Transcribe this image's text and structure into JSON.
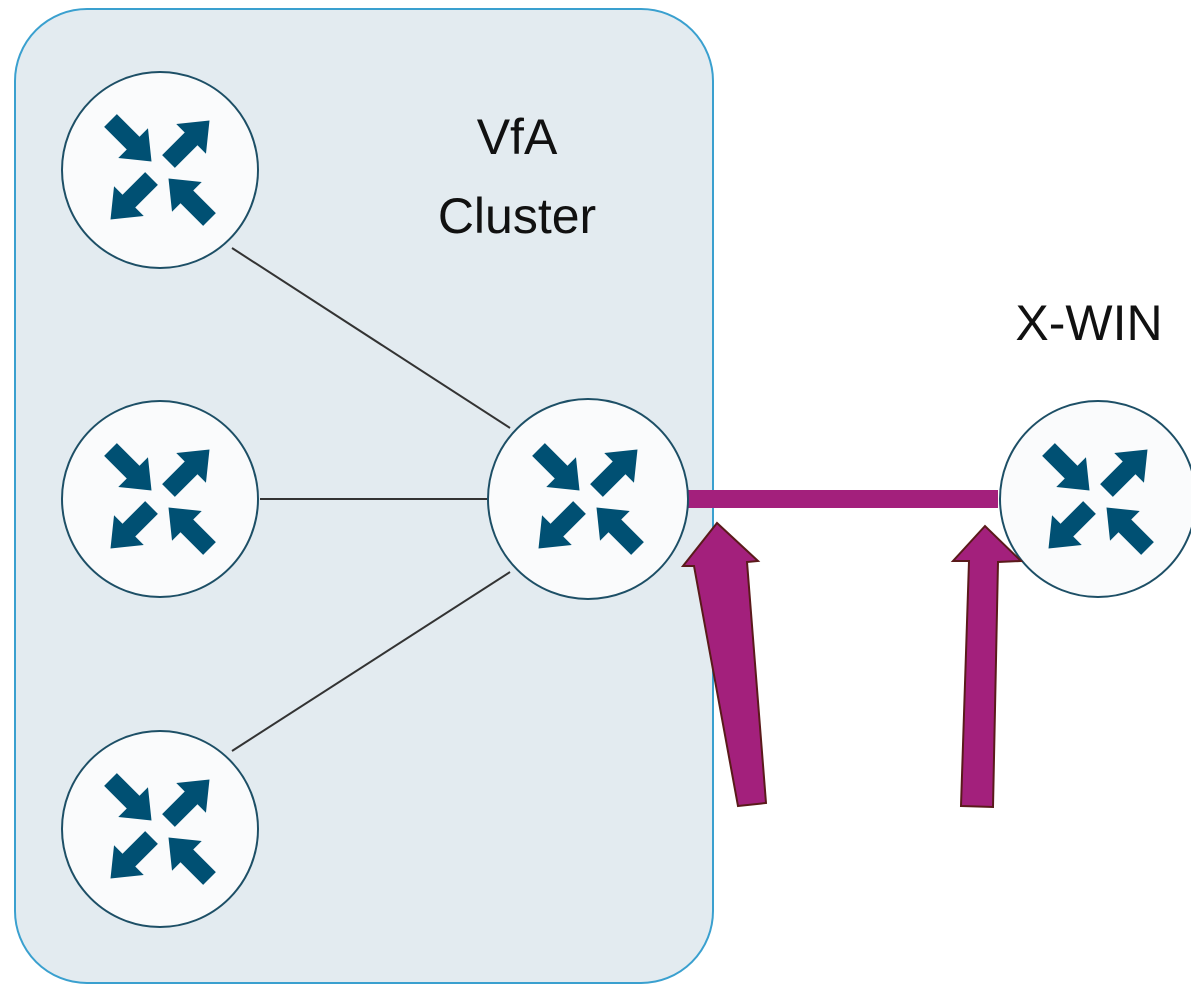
{
  "cluster": {
    "label_line1": "VfA",
    "label_line2": "Cluster"
  },
  "external": {
    "label": "X-WIN"
  },
  "colors": {
    "cluster_fill": "#e3ebf0",
    "cluster_stroke": "#3aa0cf",
    "router_stroke": "#1d4f66",
    "router_icon": "#005073",
    "uplink": "#a3207c",
    "arrow_stroke": "#5a1a1a",
    "link": "#333333"
  },
  "icons": {
    "router": "router-icon",
    "pointer": "up-arrow-icon"
  }
}
